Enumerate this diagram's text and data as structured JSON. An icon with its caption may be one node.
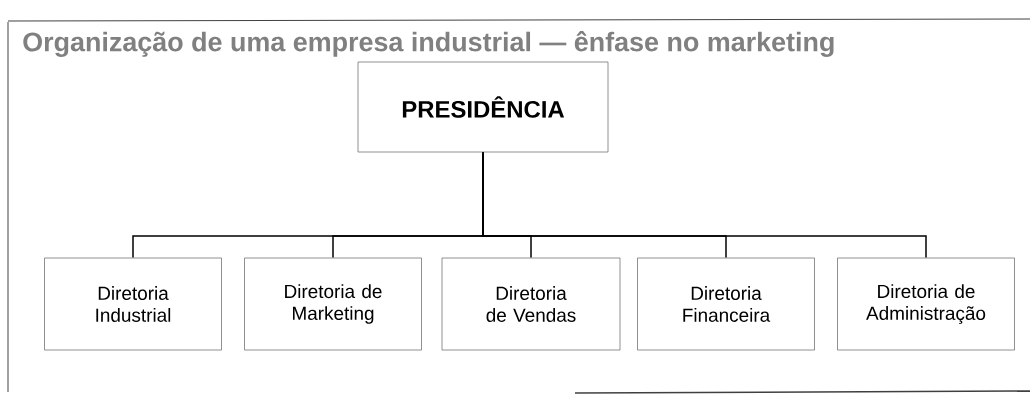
{
  "diagram": {
    "title": "Organização de uma empresa industrial — ênfase no marketing",
    "nodes": [
      {
        "text": [
          "PRESIDÊNCIA"
        ]
      },
      {
        "text": [
          "Diretoria Industrial"
        ]
      },
      {
        "text": [
          "Diretoria de Marketing"
        ]
      },
      {
        "text": [
          "Diretoria de Vendas"
        ]
      },
      {
        "text": [
          "Diretoria Financeira"
        ]
      },
      {
        "text": [
          "Diretoria de Administração"
        ]
      }
    ],
    "edges": [
      {
        "from": 0,
        "to": 1,
        "arrow": "none"
      },
      {
        "from": 0,
        "to": 2,
        "arrow": "none"
      },
      {
        "from": 0,
        "to": 3,
        "arrow": "none"
      },
      {
        "from": 0,
        "to": 4,
        "arrow": "none"
      },
      {
        "from": 0,
        "to": 5,
        "arrow": "none"
      }
    ]
  }
}
